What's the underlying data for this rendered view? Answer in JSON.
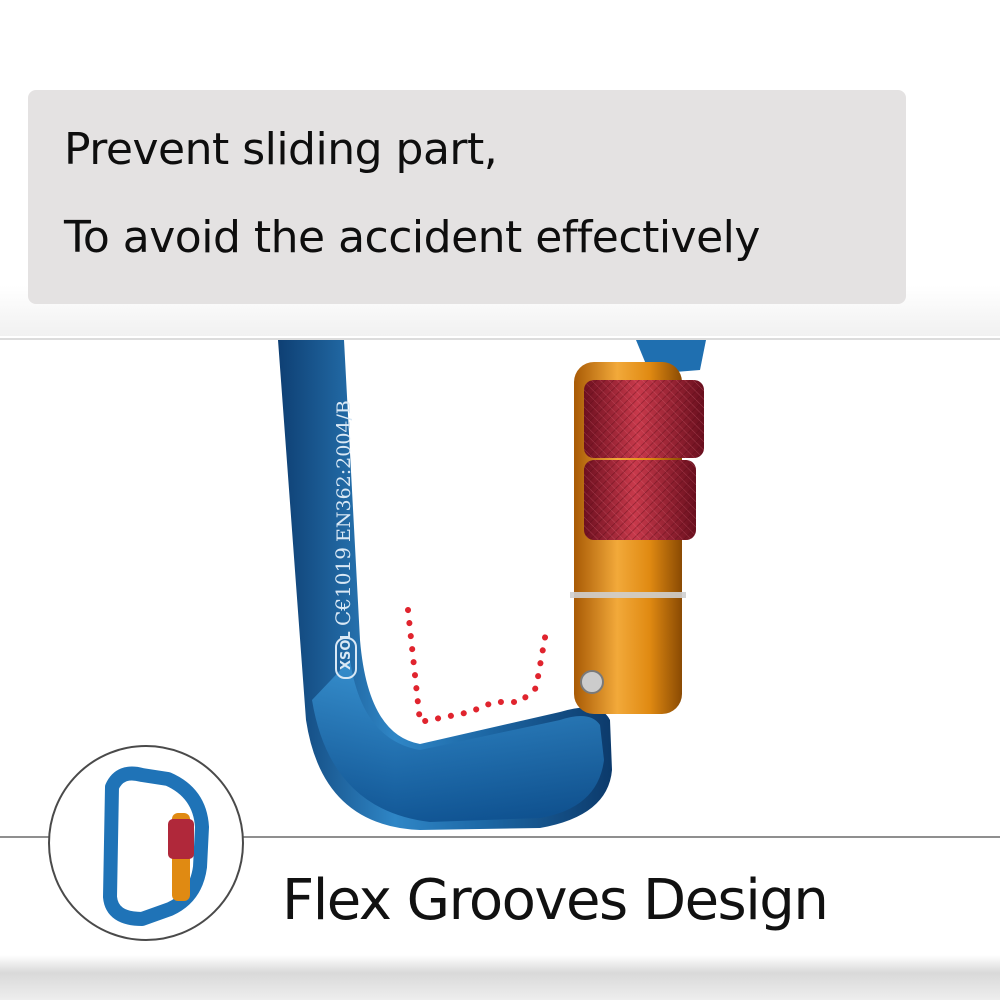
{
  "caption": {
    "line1": "Prevent sliding part,",
    "line2": "To avoid the accident effectively"
  },
  "product": {
    "brand_mark": "XSOL",
    "ce_mark": "C€1019",
    "standard": "EN362:2004/B"
  },
  "headline": "Flex Grooves Design",
  "colors": {
    "caption_bg": "#e4e2e2",
    "frame_blue": "#1f6fb0",
    "gate_gold": "#e08a12",
    "lock_red": "#b0283a",
    "dotted_marker": "#e0242e"
  },
  "icons": {
    "dotted_marker": "dotted-groove-marker-icon",
    "thumbnail": "carabiner-thumbnail-icon"
  }
}
